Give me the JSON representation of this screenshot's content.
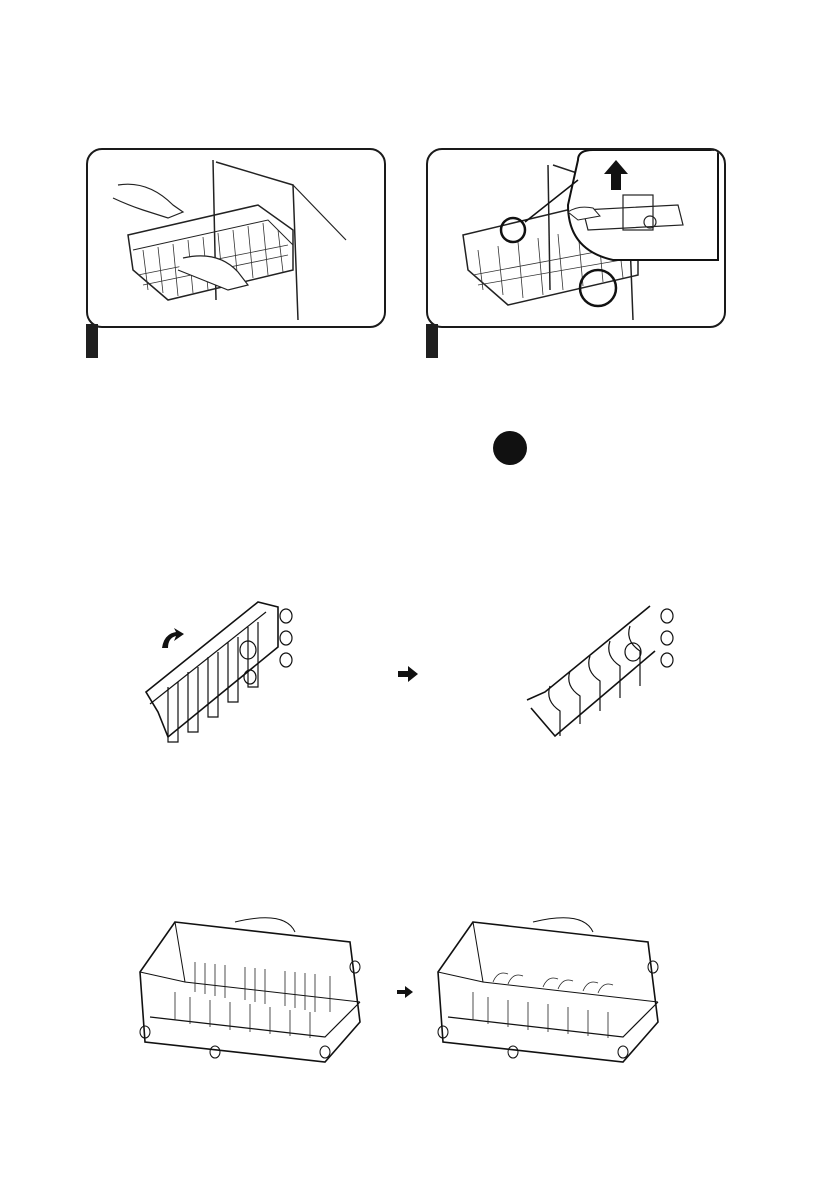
{
  "figures": [
    {
      "id": "step-remove-rack",
      "icon": "hands-lifting-basket"
    },
    {
      "id": "step-release-clip",
      "icon": "rack-clip-detail"
    },
    {
      "id": "fold-tines",
      "icon": "fold-arrow-icon"
    },
    {
      "id": "rack-tines-folded",
      "icon": "lower-rack"
    }
  ],
  "colors": {
    "line": "#1a1a1a",
    "fill": "#111111"
  }
}
